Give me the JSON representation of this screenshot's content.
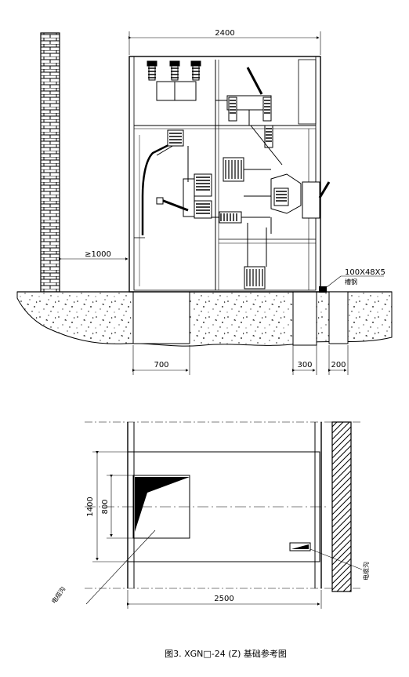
{
  "title": "图3. XGN□-24 (Z) 基础参考图",
  "elevation": {
    "cabinet_width": "2400",
    "wall_clearance": "≥1000",
    "foundation_left": "700",
    "channel_size": "100X48X5",
    "channel_label": "槽钢",
    "dim_300": "300",
    "dim_200": "200"
  },
  "plan": {
    "width": "2500",
    "depth_outer": "1400",
    "depth_inner": "800",
    "label_left": "电缆沟",
    "label_right": "电缆沟"
  }
}
